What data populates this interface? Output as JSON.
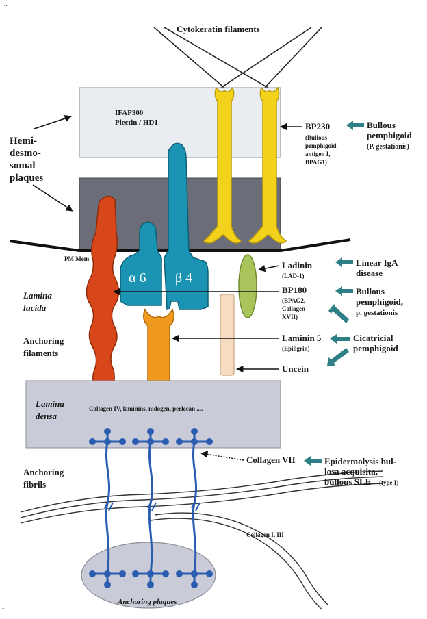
{
  "title_mark": "...",
  "cytokeratin": "Cytokeratin   filaments",
  "ifap": [
    "IFAP300",
    "Plectin / HD1"
  ],
  "hemi": [
    "Hemi-",
    "desmo-",
    "somal",
    "plaques"
  ],
  "bp230": {
    "name": "BP230",
    "detail": [
      "(Bullous",
      "pemphigoid",
      "antigen I,",
      "BPAG1)"
    ],
    "disease": [
      "Bullous",
      "pemphigoid",
      "(P. gestationis)"
    ]
  },
  "pm_label": "PM  Mem",
  "alpha6": "α 6",
  "beta4": "β 4",
  "ladinin": {
    "name": "Ladinin",
    "detail": "(LAD-1)",
    "disease": [
      "Linear IgA",
      "disease"
    ]
  },
  "bp180": {
    "name": "BP180",
    "detail": [
      "(BPAG2,",
      "Collagen",
      "XVII)"
    ],
    "disease": [
      "Bullous",
      "pemphigoid,",
      "p. gestationis"
    ]
  },
  "lamina_lucida": [
    "Lamina",
    "lucida"
  ],
  "anchoring_filaments": [
    "Anchoring",
    "filaments"
  ],
  "laminin5": {
    "name": "Laminin 5",
    "detail": "(Epiligrin)",
    "disease": [
      "Cicatricial",
      "pemphigoid"
    ]
  },
  "uncein": "Uncein",
  "lamina_densa": [
    "Lamina",
    "densa"
  ],
  "lamina_densa_content": "Collagen IV, laminins, nidogen, perlecan ....",
  "collagen7": {
    "name": "Collagen VII",
    "disease": [
      "Epidermolysis bul-",
      "losa acquisita,",
      "bullous SLE",
      "(type I)"
    ]
  },
  "anchoring_fibrils": [
    "Anchoring",
    "fibrils"
  ],
  "collagen13": "Collagen I, III",
  "anchoring_plaques": "Anchoring plaques",
  "dot": ".",
  "colors": {
    "ifap_box": "#e9ecf1",
    "hemi_box": "#6b6e78",
    "densa_box": "#c9ccd8",
    "bp230": "#f2d21a",
    "integrin": "#1b93b3",
    "bp180": "#d8471a",
    "laminin5": "#ef9a1e",
    "ladinin": "#a9c45a",
    "uncein": "#f6dcc0",
    "collagen7": "#2a5db0",
    "arrow": "#2f7f86",
    "plaque": "#c9ccd8"
  }
}
